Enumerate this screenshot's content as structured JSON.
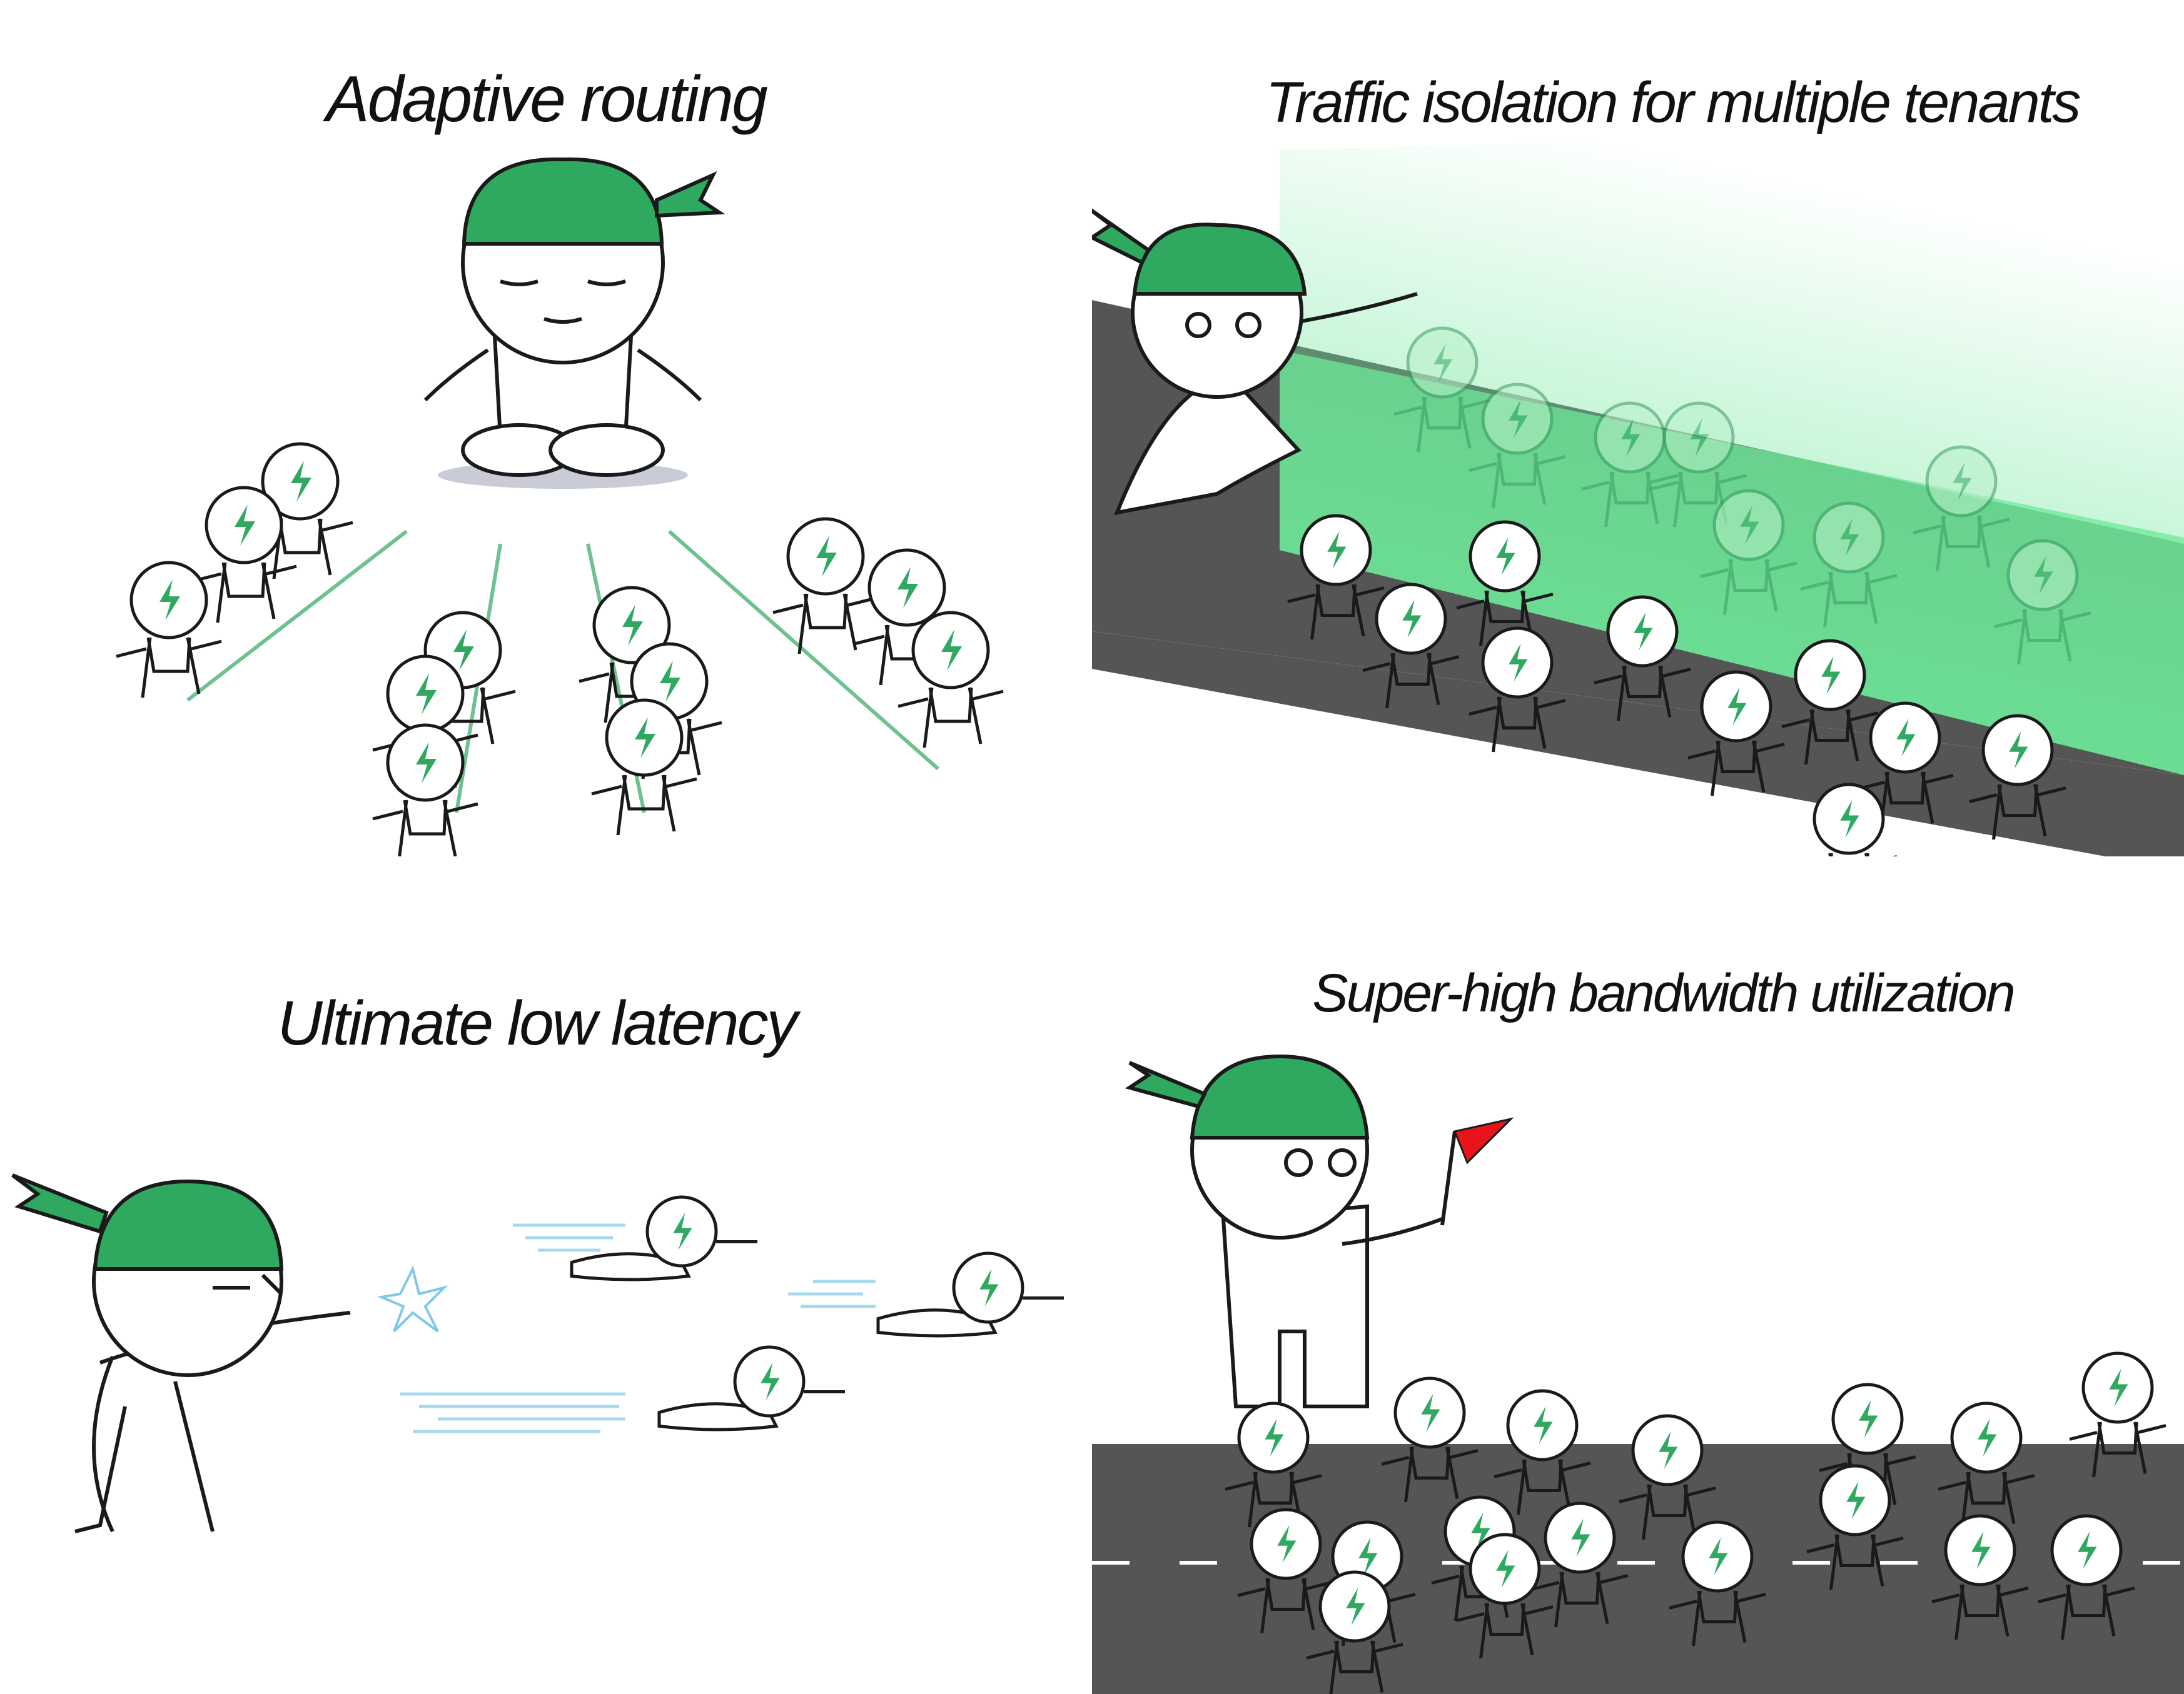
{
  "panels": [
    {
      "title": "Adaptive routing"
    },
    {
      "title": "Traffic isolation for multiple tenants"
    },
    {
      "title": "Ultimate low latency"
    },
    {
      "title": "Super-high bandwidth utilization"
    }
  ],
  "colors": {
    "headband": "#2fa860",
    "bolt": "#2fa860",
    "road": "#555555",
    "glow": "#6ee89a",
    "flag": "#e8141a",
    "outline": "#1a1a1a",
    "speed": "#a8d8ec"
  },
  "icons": [
    "lightning-bolt-icon",
    "flag-icon"
  ]
}
